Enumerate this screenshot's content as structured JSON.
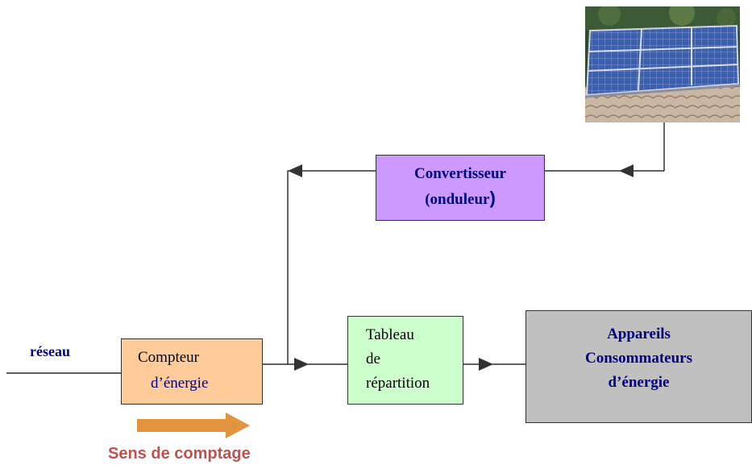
{
  "reseau": {
    "label": "réseau"
  },
  "convertisseur": {
    "line1": "Convertisseur",
    "line2": "(onduleur",
    "line2_paren": ")"
  },
  "compteur": {
    "line1": "Compteur",
    "line2": "d’énergie"
  },
  "tableau": {
    "line1": "Tableau",
    "line2": "de",
    "line3": "répartition"
  },
  "appareils": {
    "line1": "Appareils",
    "line2": "Consommateurs",
    "line3": "d’énergie"
  },
  "comptage": {
    "label": "Sens de comptage"
  },
  "colors": {
    "convertisseur_fill": "#cc99ff",
    "compteur_fill": "#ffcc99",
    "tableau_fill": "#ccffcc",
    "appareils_fill": "#c0c0c0",
    "label_navy": "#000080",
    "comptage_orange": "#c0504d",
    "arrow_orange": "#e3943f"
  },
  "icons": {
    "solar_panel": "solar-panel-photo"
  }
}
